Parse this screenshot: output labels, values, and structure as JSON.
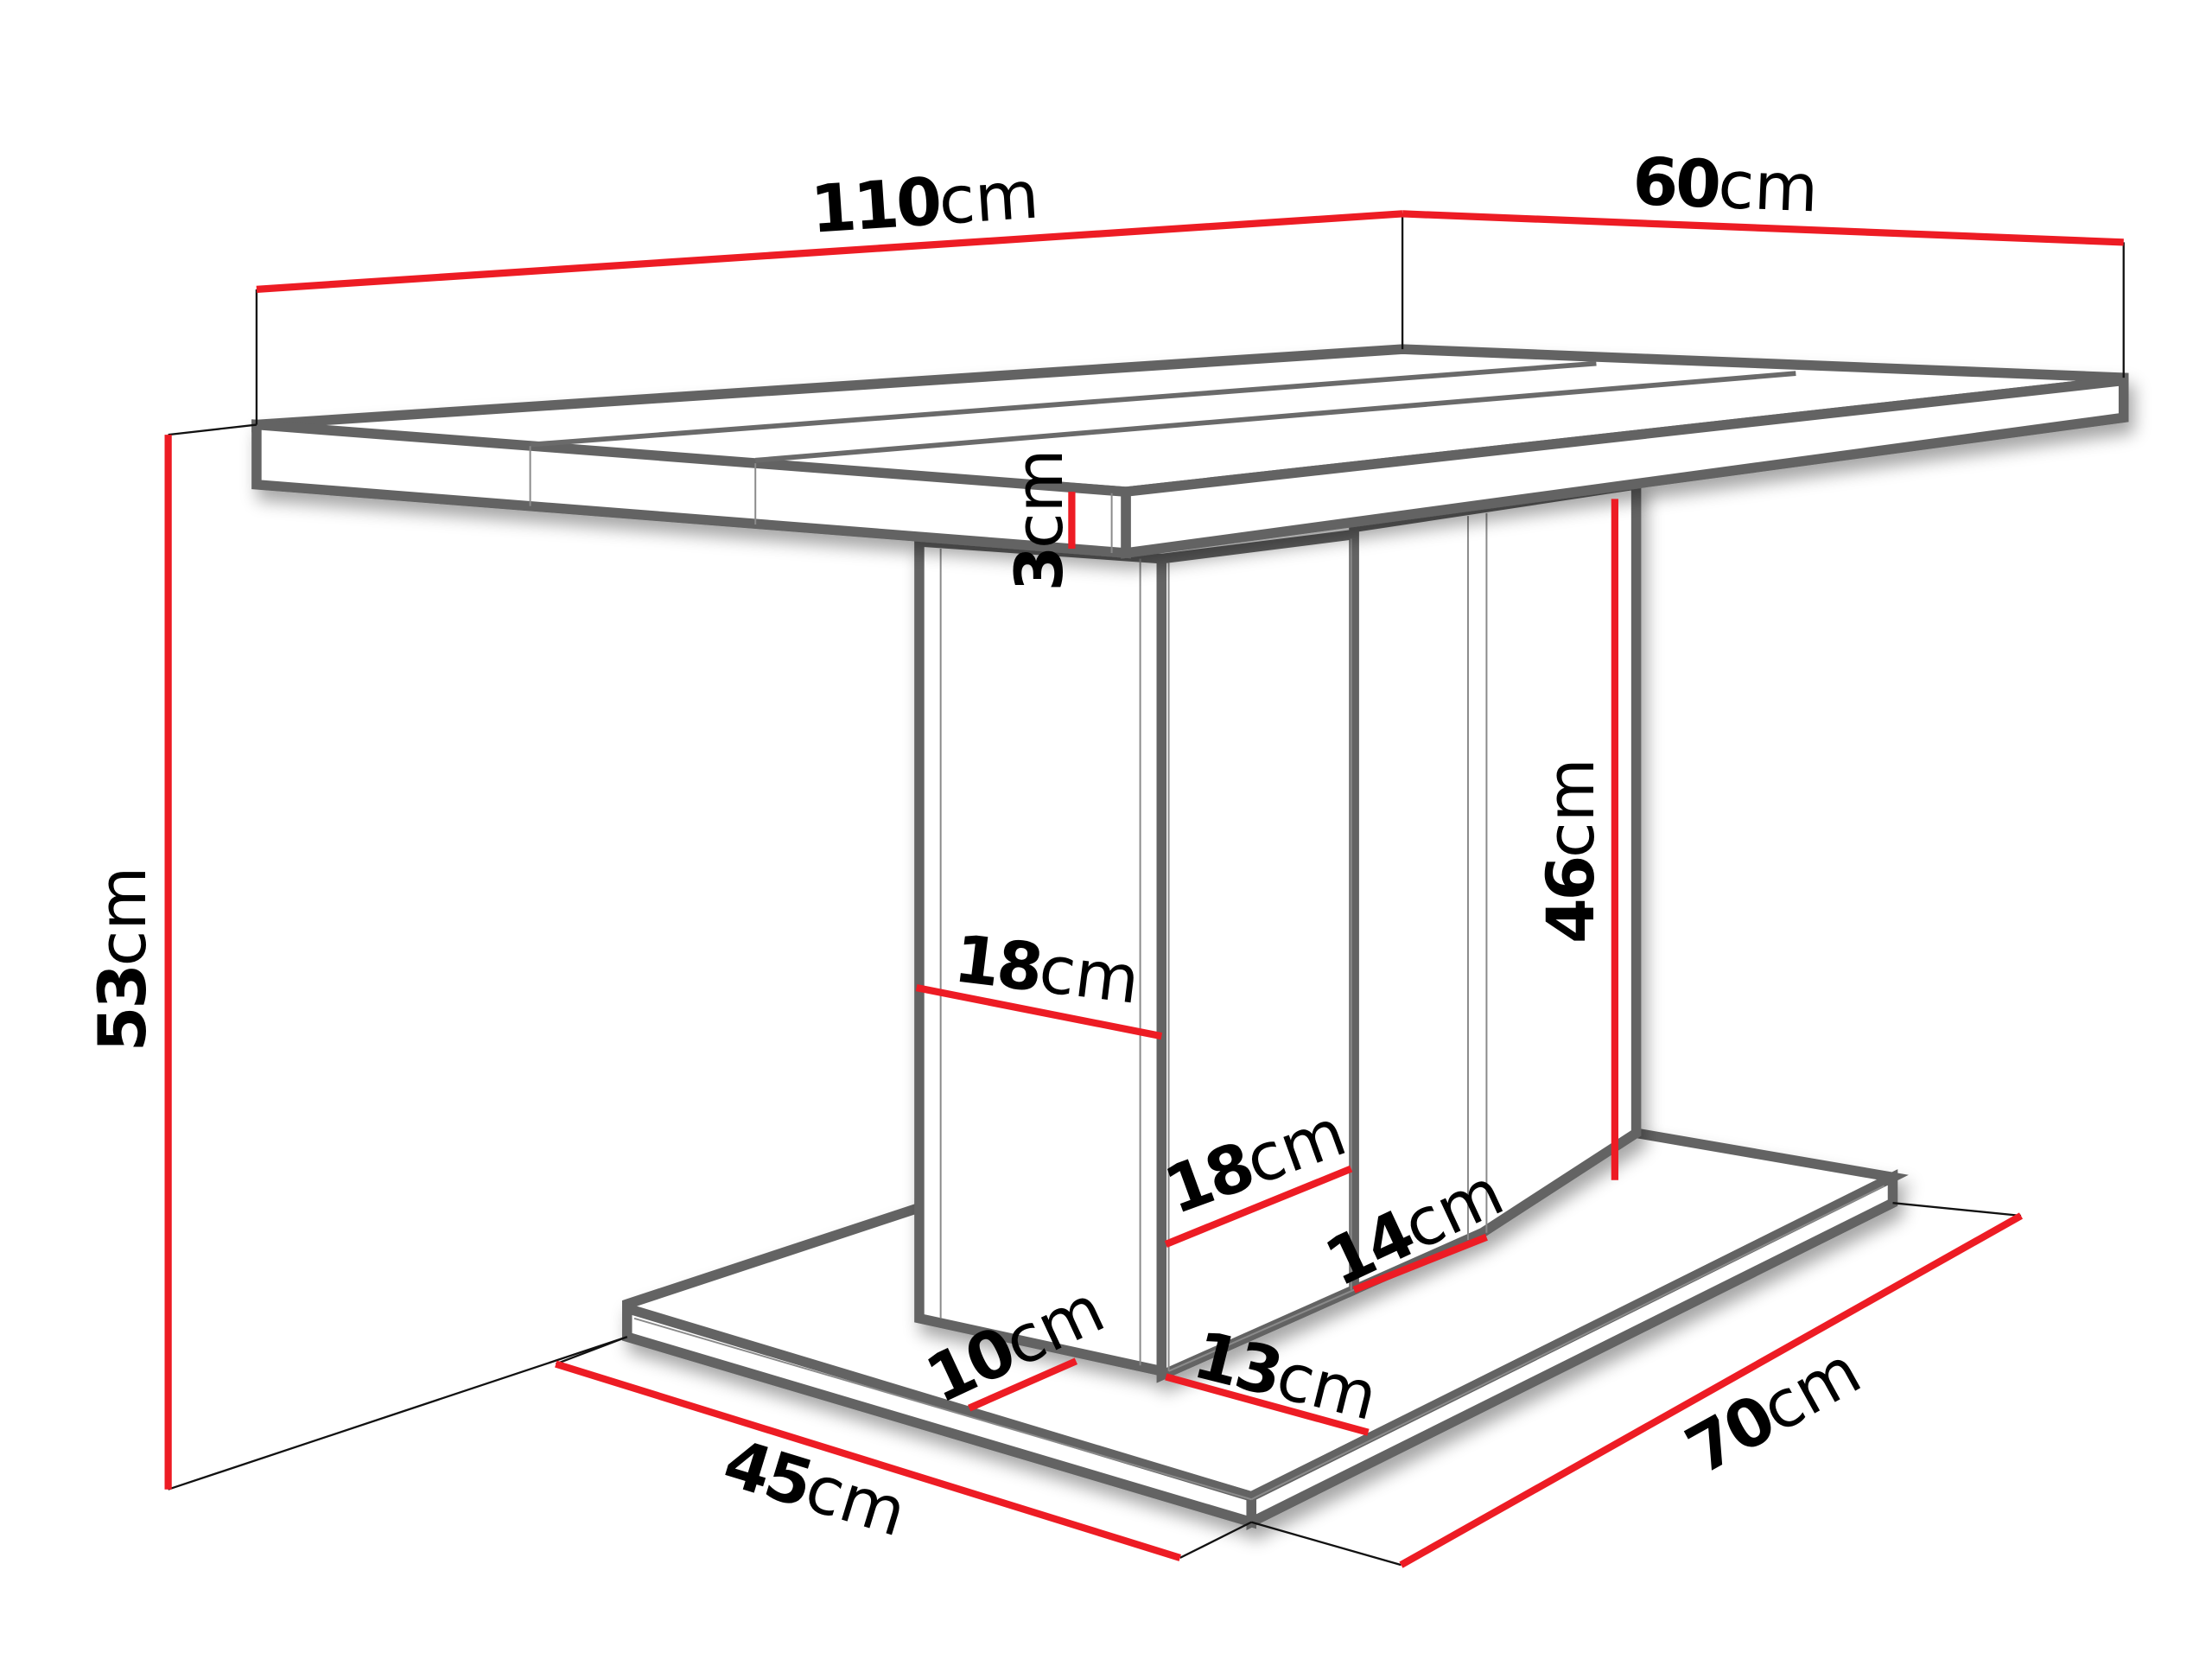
{
  "diagram": {
    "subject": "Pedestal coffee table dimensions",
    "colors": {
      "dimension_line": "#ed1c24",
      "outline": "#636363",
      "text": "#000000",
      "background": "#ffffff"
    },
    "unit": "cm",
    "dimensions": {
      "length": {
        "value": "110",
        "unit": "cm"
      },
      "width": {
        "value": "60",
        "unit": "cm"
      },
      "top_thickness": {
        "value": "3",
        "unit": "cm"
      },
      "total_height": {
        "value": "53",
        "unit": "cm"
      },
      "pedestal_height": {
        "value": "46",
        "unit": "cm"
      },
      "pedestal_front_width": {
        "value": "18",
        "unit": "cm"
      },
      "pedestal_side_width": {
        "value": "18",
        "unit": "cm"
      },
      "pedestal_inner_depth": {
        "value": "14",
        "unit": "cm"
      },
      "base_front_margin": {
        "value": "10",
        "unit": "cm"
      },
      "base_side_margin": {
        "value": "13",
        "unit": "cm"
      },
      "base_depth": {
        "value": "45",
        "unit": "cm"
      },
      "base_length": {
        "value": "70",
        "unit": "cm"
      }
    }
  }
}
